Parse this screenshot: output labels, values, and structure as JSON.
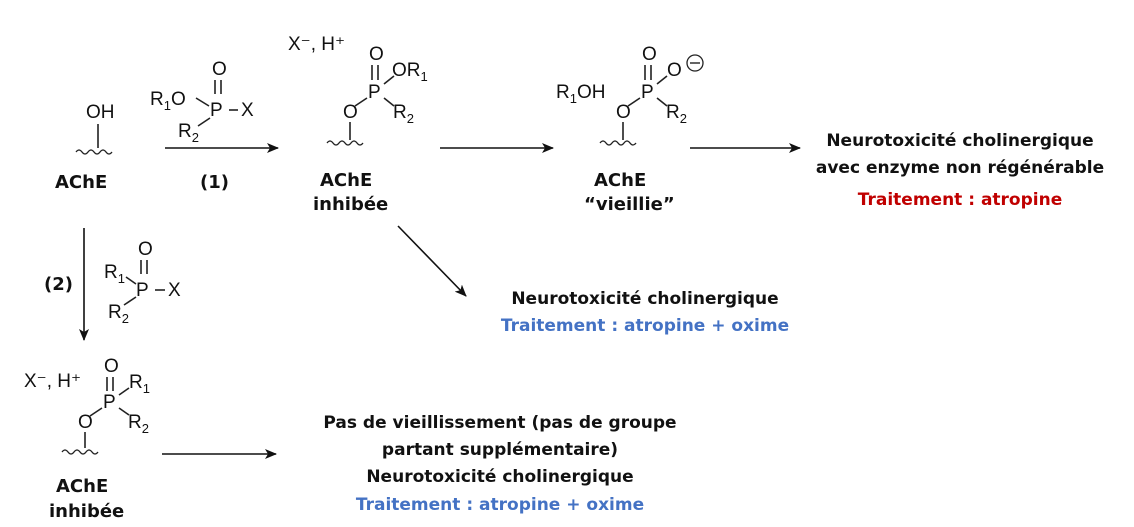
{
  "enzyme": {
    "free": "AChE",
    "inhibited_line1": "AChE",
    "inhibited_line2": "inhibée",
    "aged_line1": "AChE",
    "aged_line2": "“vieillie”"
  },
  "steps": {
    "step1": "(1)",
    "step2": "(2)"
  },
  "chem": {
    "OH": "OH",
    "R": "R",
    "O": "O",
    "P": "P",
    "X": "X",
    "sub1": "1",
    "sub2": "2",
    "X_minus_H_plus": "X⁻, H⁺",
    "R1OH_R": "R",
    "R1OH_OH": "OH",
    "O_minus": "−"
  },
  "outcomes": {
    "aged": {
      "line1": "Neurotoxicité cholinergique",
      "line2": "avec enzyme non régénérable",
      "treatment": "Traitement : atropine"
    },
    "inhibited": {
      "line1": "Neurotoxicité cholinergique",
      "treatment": "Traitement : atropine + oxime"
    },
    "no_aging": {
      "line1": "Pas de vieillissement (pas de groupe",
      "line2": "partant supplémentaire)",
      "line3": "Neurotoxicité cholinergique",
      "treatment": "Traitement : atropine + oxime"
    }
  },
  "colors": {
    "red": "#c00000",
    "blue": "#4472c4"
  }
}
